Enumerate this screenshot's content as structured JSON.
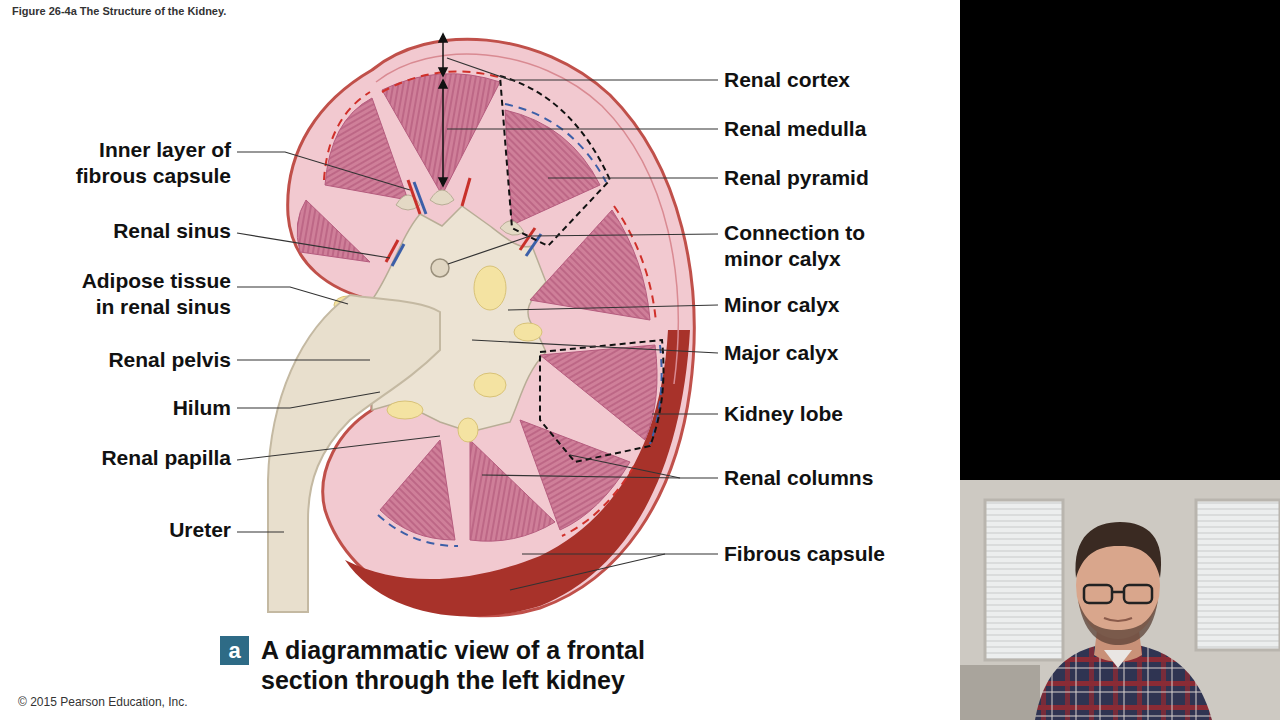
{
  "diagram": {
    "title": "Figure 26-4a The Structure of the Kidney.",
    "caption": "A diagrammatic view of a frontal section through the left kidney",
    "nodes": [
      {
        "text": [
          "a"
        ]
      }
    ],
    "labels": [
      "Renal cortex",
      "Renal medulla",
      "Renal pyramid",
      "Connection to minor calyx",
      "Minor calyx",
      "Major calyx",
      "Kidney lobe",
      "Renal columns",
      "Fibrous capsule",
      "Inner layer of fibrous capsule",
      "Renal sinus",
      "Adipose tissue in renal sinus",
      "Renal pelvis",
      "Hilum",
      "Renal papilla",
      "Ureter",
      "© 2015 Pearson Education, Inc."
    ]
  }
}
